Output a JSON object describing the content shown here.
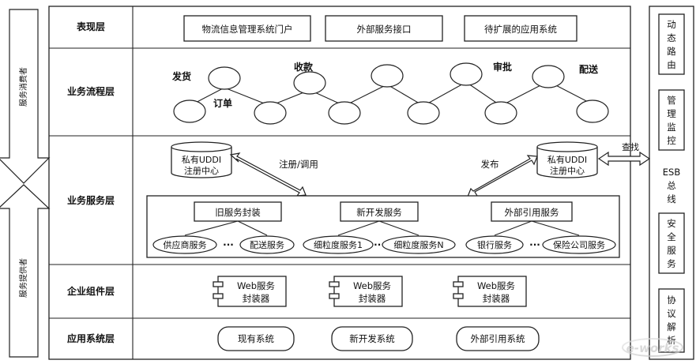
{
  "left_arrows": {
    "consumer": "服务消费者",
    "provider": "服务提供者"
  },
  "layers": [
    {
      "key": "presentation",
      "label": "表现层"
    },
    {
      "key": "process",
      "label": "业务流程层"
    },
    {
      "key": "service",
      "label": "业务服务层"
    },
    {
      "key": "component",
      "label": "企业组件层"
    },
    {
      "key": "application",
      "label": "应用系统层"
    }
  ],
  "presentation": {
    "boxes": [
      "物流信息管理系统门户",
      "外部服务接口",
      "待扩展的应用系统"
    ]
  },
  "process": {
    "labels": {
      "fahuo": "发货",
      "dingdan": "订单",
      "shoukuan": "收款",
      "shenpi": "审批",
      "peisong": "配送"
    }
  },
  "service": {
    "registry_left": [
      "私有UDDI",
      "注册中心"
    ],
    "registry_right": [
      "私有UDDI",
      "注册中心"
    ],
    "register_call": "注册/调用",
    "publish": "发布",
    "lookup": "查找",
    "groups": [
      "旧服务封装",
      "新开发服务",
      "外部引用服务"
    ],
    "items": [
      "供应商服务",
      "配送服务",
      "细粒度服务1",
      "细粒度服务N",
      "银行服务",
      "保险公司服务"
    ],
    "ellipsis": "···"
  },
  "component": {
    "wrappers": [
      [
        "Web服务",
        "封装器"
      ],
      [
        "Web服务",
        "封装器"
      ],
      [
        "Web服务",
        "封装器"
      ]
    ]
  },
  "application": {
    "systems": [
      "现有系统",
      "新开发系统",
      "外部引用系统"
    ]
  },
  "esb": {
    "title": [
      "ESB",
      "总",
      "线"
    ],
    "blocks": [
      [
        "动",
        "态",
        "路",
        "由"
      ],
      [
        "管",
        "理",
        "监",
        "控"
      ],
      [
        "安",
        "全",
        "服",
        "务"
      ],
      [
        "协",
        "议",
        "解",
        "析"
      ]
    ]
  },
  "watermark": "e-works"
}
